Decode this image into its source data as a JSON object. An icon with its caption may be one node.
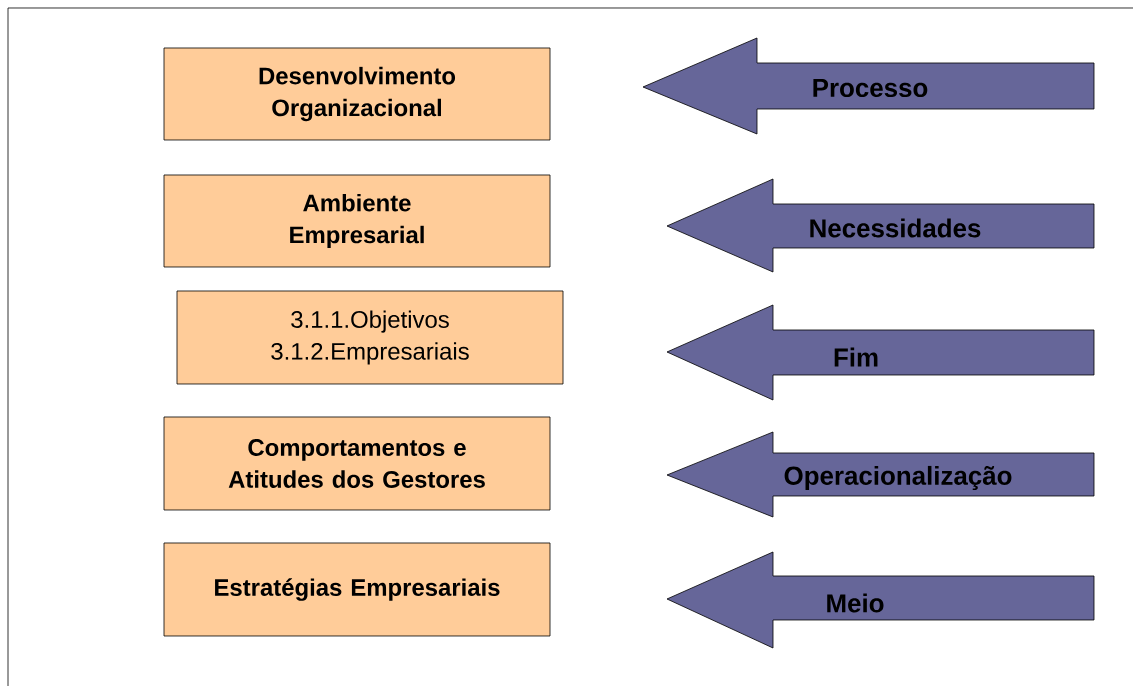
{
  "diagram": {
    "nodes": [
      {
        "text": [
          "Desenvolvimento Organizacional"
        ]
      },
      {
        "text": [
          "Ambiente Empresarial"
        ]
      },
      {
        "text": [
          "3.1.1.Objetivos 3.1.2.Empresariais"
        ]
      },
      {
        "text": [
          "Comportamentos e Atitudes dos Gestores"
        ]
      },
      {
        "text": [
          "Estratégias Empresariais"
        ]
      },
      {
        "text": [
          "Processo"
        ]
      },
      {
        "text": [
          "Necessidades"
        ]
      },
      {
        "text": [
          "Fim"
        ]
      },
      {
        "text": [
          "Operacionalização"
        ]
      },
      {
        "text": [
          "Meio"
        ]
      }
    ]
  }
}
